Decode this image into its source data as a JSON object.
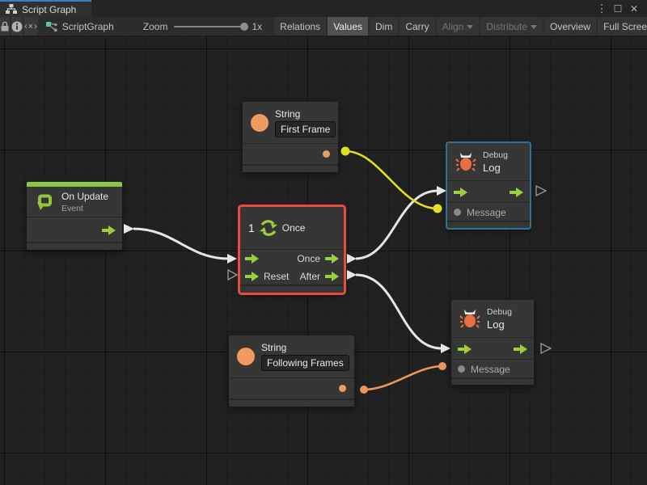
{
  "window": {
    "tab_title": "Script Graph",
    "icons": {
      "menu": "⋮",
      "maximize": "☐",
      "close": "✕"
    }
  },
  "toolbar": {
    "code_icon_glyph": "‹×›",
    "graph_name": "ScriptGraph",
    "zoom_label": "Zoom",
    "zoom_value": "1x",
    "buttons": {
      "relations": "Relations",
      "values": "Values",
      "dim": "Dim",
      "carry": "Carry",
      "align": "Align",
      "distribute": "Distribute",
      "overview": "Overview",
      "fullscreen": "Full Screen"
    }
  },
  "nodes": {
    "string_first": {
      "title": "String",
      "value": "First Frame"
    },
    "on_update": {
      "title": "On Update",
      "subtitle": "Event"
    },
    "once": {
      "badge": "1",
      "title": "Once",
      "port_out_once": "Once",
      "port_in_reset": "Reset",
      "port_out_after": "After"
    },
    "debug_log_top": {
      "title": "Debug",
      "subtitle": "Log",
      "port_message": "Message"
    },
    "debug_log_bottom": {
      "title": "Debug",
      "subtitle": "Log",
      "port_message": "Message"
    },
    "string_following": {
      "title": "String",
      "value": "Following Frames"
    }
  },
  "colors": {
    "accent_green": "#9cce3f",
    "event_green": "#8dc63f",
    "selection_red": "#e84b3f",
    "focus_blue": "#35718f",
    "wire_white": "#e6e6e6",
    "wire_yellow": "#e2dd25",
    "wire_orange": "#ec9557",
    "value_orange": "#f09b5f"
  }
}
